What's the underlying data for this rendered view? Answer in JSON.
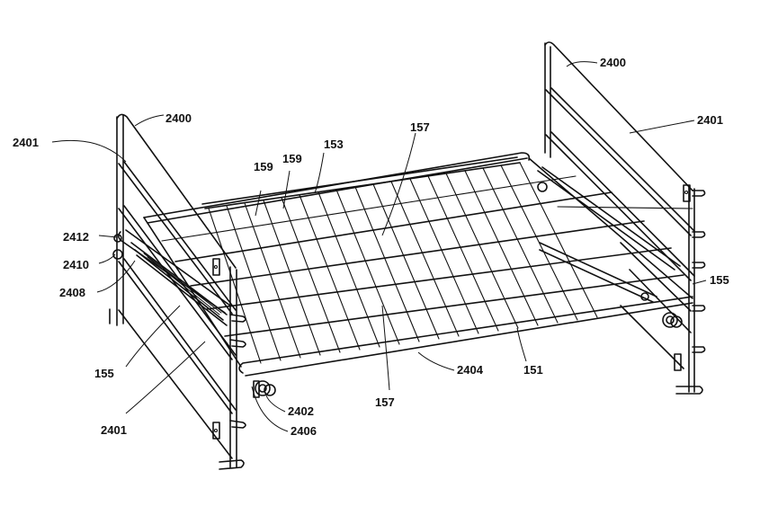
{
  "figure": {
    "labels": {
      "l2400_left": "2400",
      "l2400_right": "2400",
      "l2401_upper_left": "2401",
      "l2401_right": "2401",
      "l2401_lower_left": "2401",
      "l2412": "2412",
      "l2410": "2410",
      "l2408": "2408",
      "l155_left": "155",
      "l155_right": "155",
      "l159_a": "159",
      "l159_b": "159",
      "l153": "153",
      "l157_top": "157",
      "l157_bottom": "157",
      "l2402": "2402",
      "l2404": "2404",
      "l2406": "2406",
      "l151": "151"
    }
  }
}
